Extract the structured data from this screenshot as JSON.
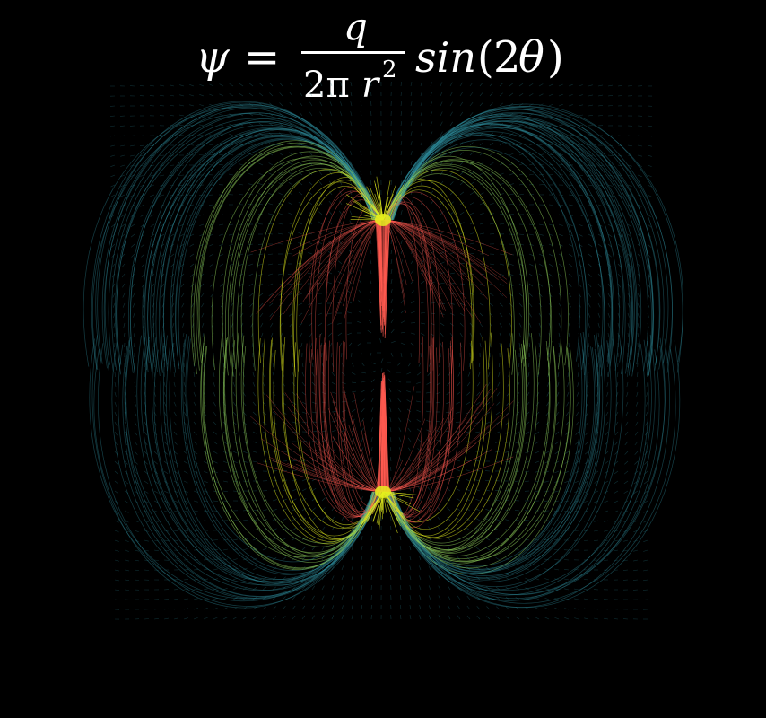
{
  "formula": {
    "psi": "ψ",
    "equals": "=",
    "numerator": "q",
    "denominator_coeff": "2π",
    "denominator_var": "r",
    "denominator_exp": "2",
    "function": "sin",
    "open_paren": "(",
    "arg_coeff": "2",
    "arg_var": "θ",
    "close_paren": ")"
  },
  "colors": {
    "background": "#000000",
    "text": "#ffffff",
    "far_field": "#2f8c9c",
    "mid_field": "#8fce5a",
    "near_field": "#e6f01e",
    "core": "#ff5a50"
  }
}
